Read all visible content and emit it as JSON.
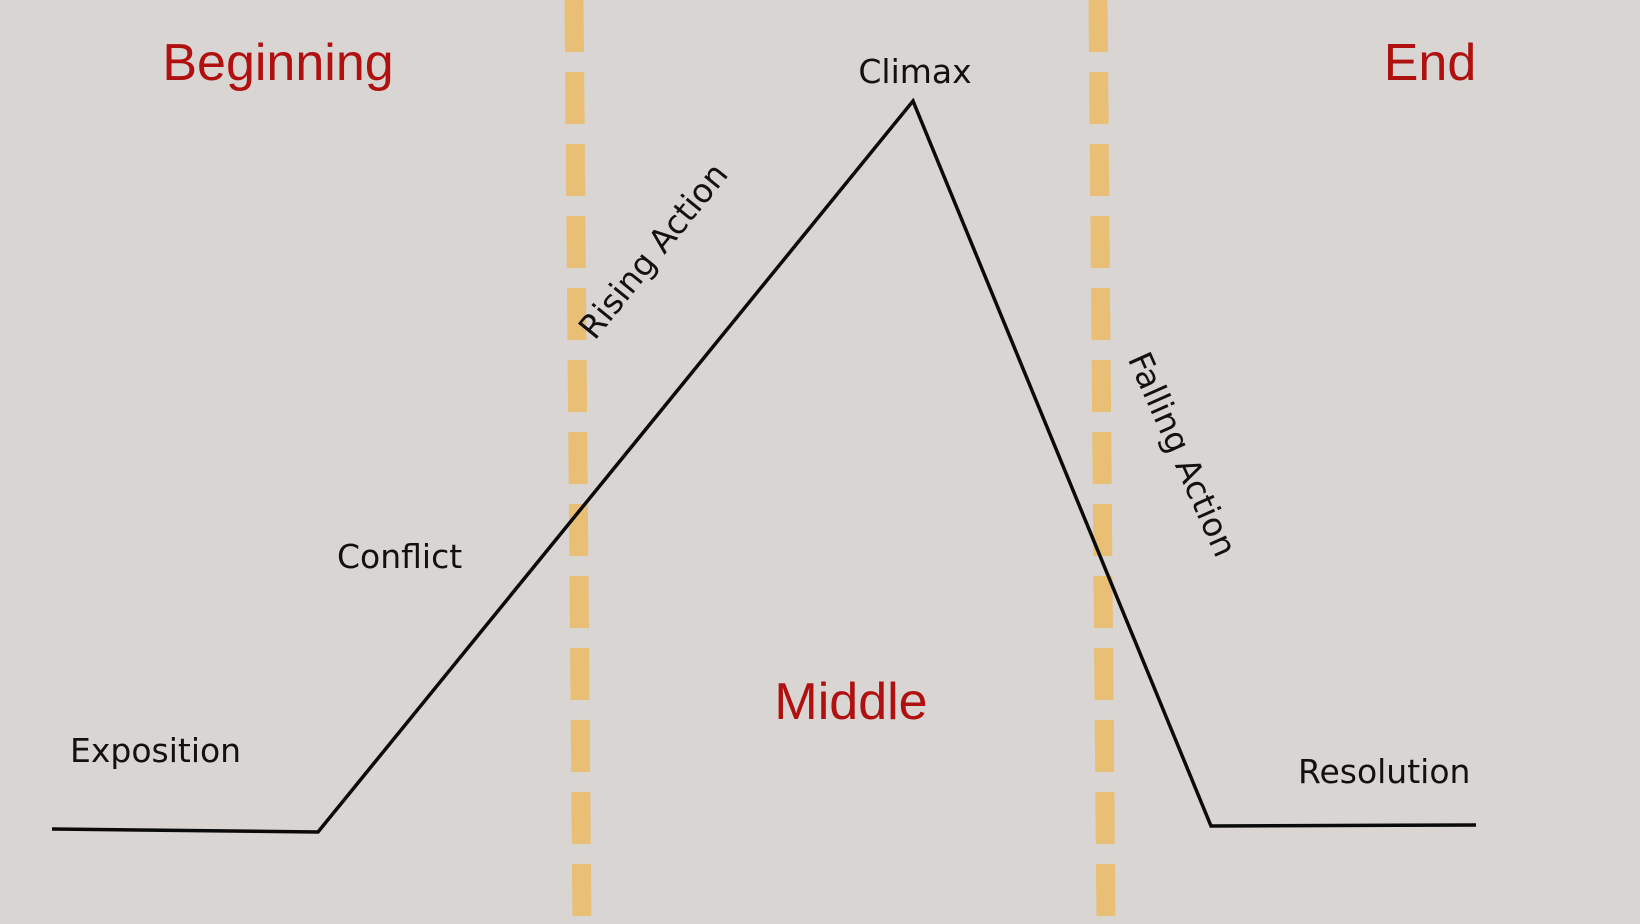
{
  "sections": {
    "beginning": "Beginning",
    "middle": "Middle",
    "end": "End"
  },
  "stages": {
    "exposition": "Exposition",
    "conflict": "Conflict",
    "rising_action": "Rising Action",
    "climax": "Climax",
    "falling_action": "Falling Action",
    "resolution": "Resolution"
  },
  "colors": {
    "background": "#d9d5d2",
    "section_text": "#b01010",
    "divider": "#e8bf75",
    "plot_line": "#0a0a0a"
  }
}
